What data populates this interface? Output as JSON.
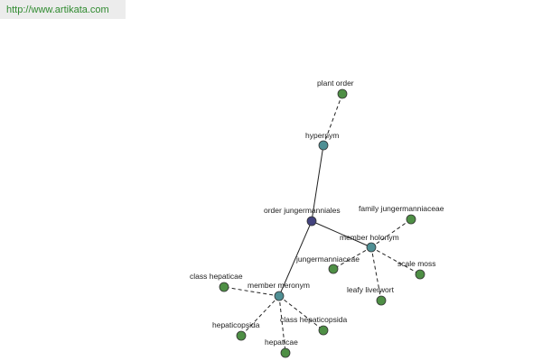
{
  "url": "http://www.artikata.com",
  "colors": {
    "center": "#43437e",
    "relation": "#4f8f94",
    "word": "#4e8f45"
  },
  "graph": {
    "nodes": [
      {
        "id": "center",
        "label": "order jungermanniales",
        "kind": "center"
      },
      {
        "id": "hypernym",
        "label": "hypernym",
        "kind": "relation"
      },
      {
        "id": "plant_order",
        "label": "plant order",
        "kind": "word"
      },
      {
        "id": "member_holonym",
        "label": "member holonym",
        "kind": "relation"
      },
      {
        "id": "family_jung",
        "label": "family jungermanniaceae",
        "kind": "word"
      },
      {
        "id": "jungermanniaceae",
        "label": "jungermanniaceae",
        "kind": "word"
      },
      {
        "id": "scale_moss",
        "label": "scale moss",
        "kind": "word"
      },
      {
        "id": "leafy_liverwort",
        "label": "leafy liverwort",
        "kind": "word"
      },
      {
        "id": "member_meronym",
        "label": "member meronym",
        "kind": "relation"
      },
      {
        "id": "class_hepaticae",
        "label": "class hepaticae",
        "kind": "word"
      },
      {
        "id": "hepaticopsida",
        "label": "hepaticopsida",
        "kind": "word"
      },
      {
        "id": "hepaticae",
        "label": "hepaticae",
        "kind": "word"
      },
      {
        "id": "class_hepaticopsida",
        "label": "class hepaticopsida",
        "kind": "word"
      }
    ],
    "edges": [
      {
        "from": "center",
        "to": "hypernym",
        "style": "solid"
      },
      {
        "from": "center",
        "to": "member_holonym",
        "style": "solid"
      },
      {
        "from": "center",
        "to": "member_meronym",
        "style": "solid"
      },
      {
        "from": "hypernym",
        "to": "plant_order",
        "style": "dashed"
      },
      {
        "from": "member_holonym",
        "to": "family_jung",
        "style": "dashed"
      },
      {
        "from": "member_holonym",
        "to": "jungermanniaceae",
        "style": "dashed"
      },
      {
        "from": "member_holonym",
        "to": "scale_moss",
        "style": "dashed"
      },
      {
        "from": "member_holonym",
        "to": "leafy_liverwort",
        "style": "dashed"
      },
      {
        "from": "member_meronym",
        "to": "class_hepaticae",
        "style": "dashed"
      },
      {
        "from": "member_meronym",
        "to": "hepaticopsida",
        "style": "dashed"
      },
      {
        "from": "member_meronym",
        "to": "hepaticae",
        "style": "dashed"
      },
      {
        "from": "member_meronym",
        "to": "class_hepaticopsida",
        "style": "dashed"
      }
    ]
  }
}
